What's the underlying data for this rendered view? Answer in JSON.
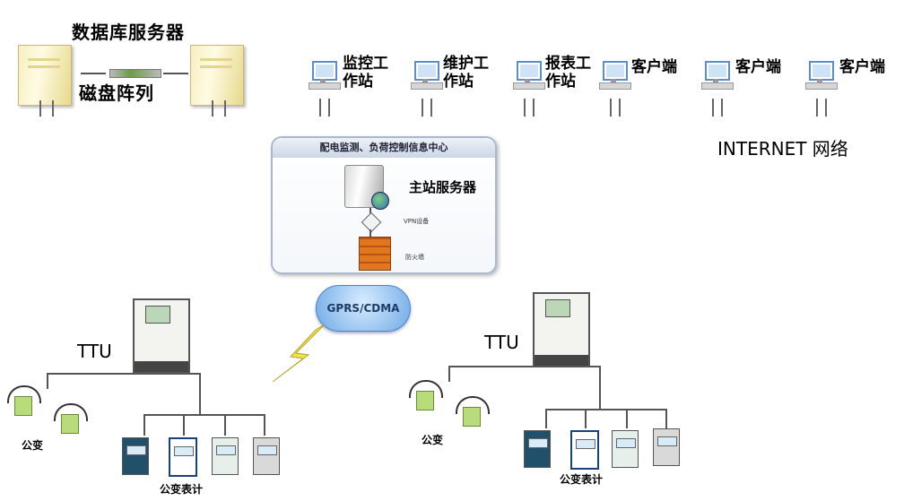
{
  "labels": {
    "db_server": "数据库服务器",
    "disk_array": "磁盘阵列",
    "monitor_ws": [
      "监控工",
      "作站"
    ],
    "maintain_ws": [
      "维护工",
      "作站"
    ],
    "report_ws": [
      "报表工",
      "作站"
    ],
    "client": "客户端",
    "internet": "INTERNET 网络",
    "center_title": "配电监测、负荷控制信息中心",
    "main_server": "主站服务器",
    "vpn": "VPN设备",
    "firewall": "防火墙",
    "gprs": "GPRS/CDMA",
    "ttu": "TTU",
    "public_transformer": "公变",
    "public_meter": "公变表计"
  },
  "icons": [
    "server-icon",
    "disk-array-icon",
    "workstation-icon",
    "cloud-icon",
    "lightning-icon",
    "phone-icon",
    "meter-icon",
    "firewall-icon",
    "globe-icon"
  ],
  "colors": {
    "accent_blue": "#5b8fc9",
    "firewall_orange": "#e2761f",
    "lightning_yellow": "#f0e24a",
    "meter_dark": "#21506a"
  }
}
